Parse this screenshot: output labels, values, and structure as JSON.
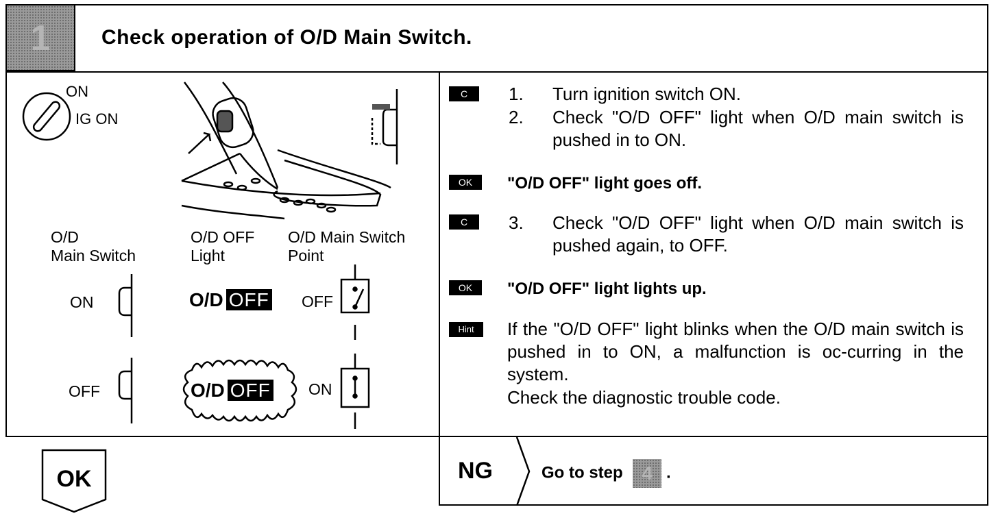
{
  "header": {
    "step_number": "1",
    "title": "Check operation of O/D Main Switch."
  },
  "diagram": {
    "ignition": {
      "on_label": "ON",
      "ig_on_label": "IG ON"
    },
    "columns": {
      "main_switch": [
        "O/D",
        "Main Switch"
      ],
      "off_light": [
        "O/D OFF",
        "Light"
      ],
      "switch_point": [
        "O/D Main Switch",
        "Point"
      ]
    },
    "row_on": {
      "state_label": "ON",
      "light_od": "O/D",
      "light_off": "OFF",
      "point_label": "OFF"
    },
    "row_off": {
      "state_label": "OFF",
      "light_od": "O/D",
      "light_off": "OFF",
      "point_label": "ON"
    }
  },
  "instructions": [
    {
      "tag": "C",
      "items": [
        {
          "num": "1.",
          "text": "Turn ignition switch ON."
        },
        {
          "num": "2.",
          "text": "Check \"O/D OFF\" light when O/D main switch is pushed in to ON."
        }
      ]
    },
    {
      "tag": "OK",
      "result": "\"O/D OFF\" light goes off."
    },
    {
      "tag": "C",
      "items": [
        {
          "num": "3.",
          "text": "Check \"O/D OFF\" light when O/D main switch is pushed again, to OFF."
        }
      ]
    },
    {
      "tag": "OK",
      "result": "\"O/D OFF\" light lights up."
    },
    {
      "tag": "Hint",
      "hint": "If the \"O/D OFF\" light blinks when the O/D main switch is pushed in to ON, a malfunction is oc-curring in the system.",
      "hint2": "Check the diagnostic trouble code."
    }
  ],
  "footer": {
    "ok_label": "OK",
    "ng_label": "NG",
    "goto_text": "Go to step",
    "goto_step": "4",
    "goto_end": "."
  }
}
